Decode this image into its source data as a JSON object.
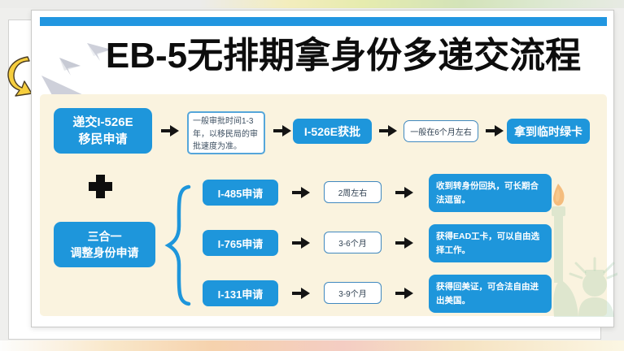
{
  "title": "EB-5无排期拿身份多递交流程",
  "colors": {
    "accent_blue": "#1E96DB",
    "top_bar_blue": "#2196E0",
    "panel_cream": "#FAF3DF",
    "arrow_black": "#141414",
    "flame_orange": "#F2A95C",
    "statue_green": "#C3D9C0",
    "curved_arrow_yellow": "#F6CE3E"
  },
  "flow_row1": {
    "start_line1": "递交I-526E",
    "start_line2": "移民申请",
    "note": "一般审批时间1-3年，以移民局的审批速度为准。",
    "approval": "I-526E获批",
    "duration": "一般在6个月左右",
    "result": "拿到临时绿卡"
  },
  "combo": {
    "line1": "三合一",
    "line2": "调整身份申请"
  },
  "subflows": [
    {
      "application": "I-485申请",
      "duration": "2周左右",
      "result": "收到转身份回执，可长期合法逗留。"
    },
    {
      "application": "I-765申请",
      "duration": "3-6个月",
      "result": "获得EAD工卡，可以自由选择工作。"
    },
    {
      "application": "I-131申请",
      "duration": "3-9个月",
      "result": "获得回美证，可合法自由进出美国。"
    }
  ]
}
